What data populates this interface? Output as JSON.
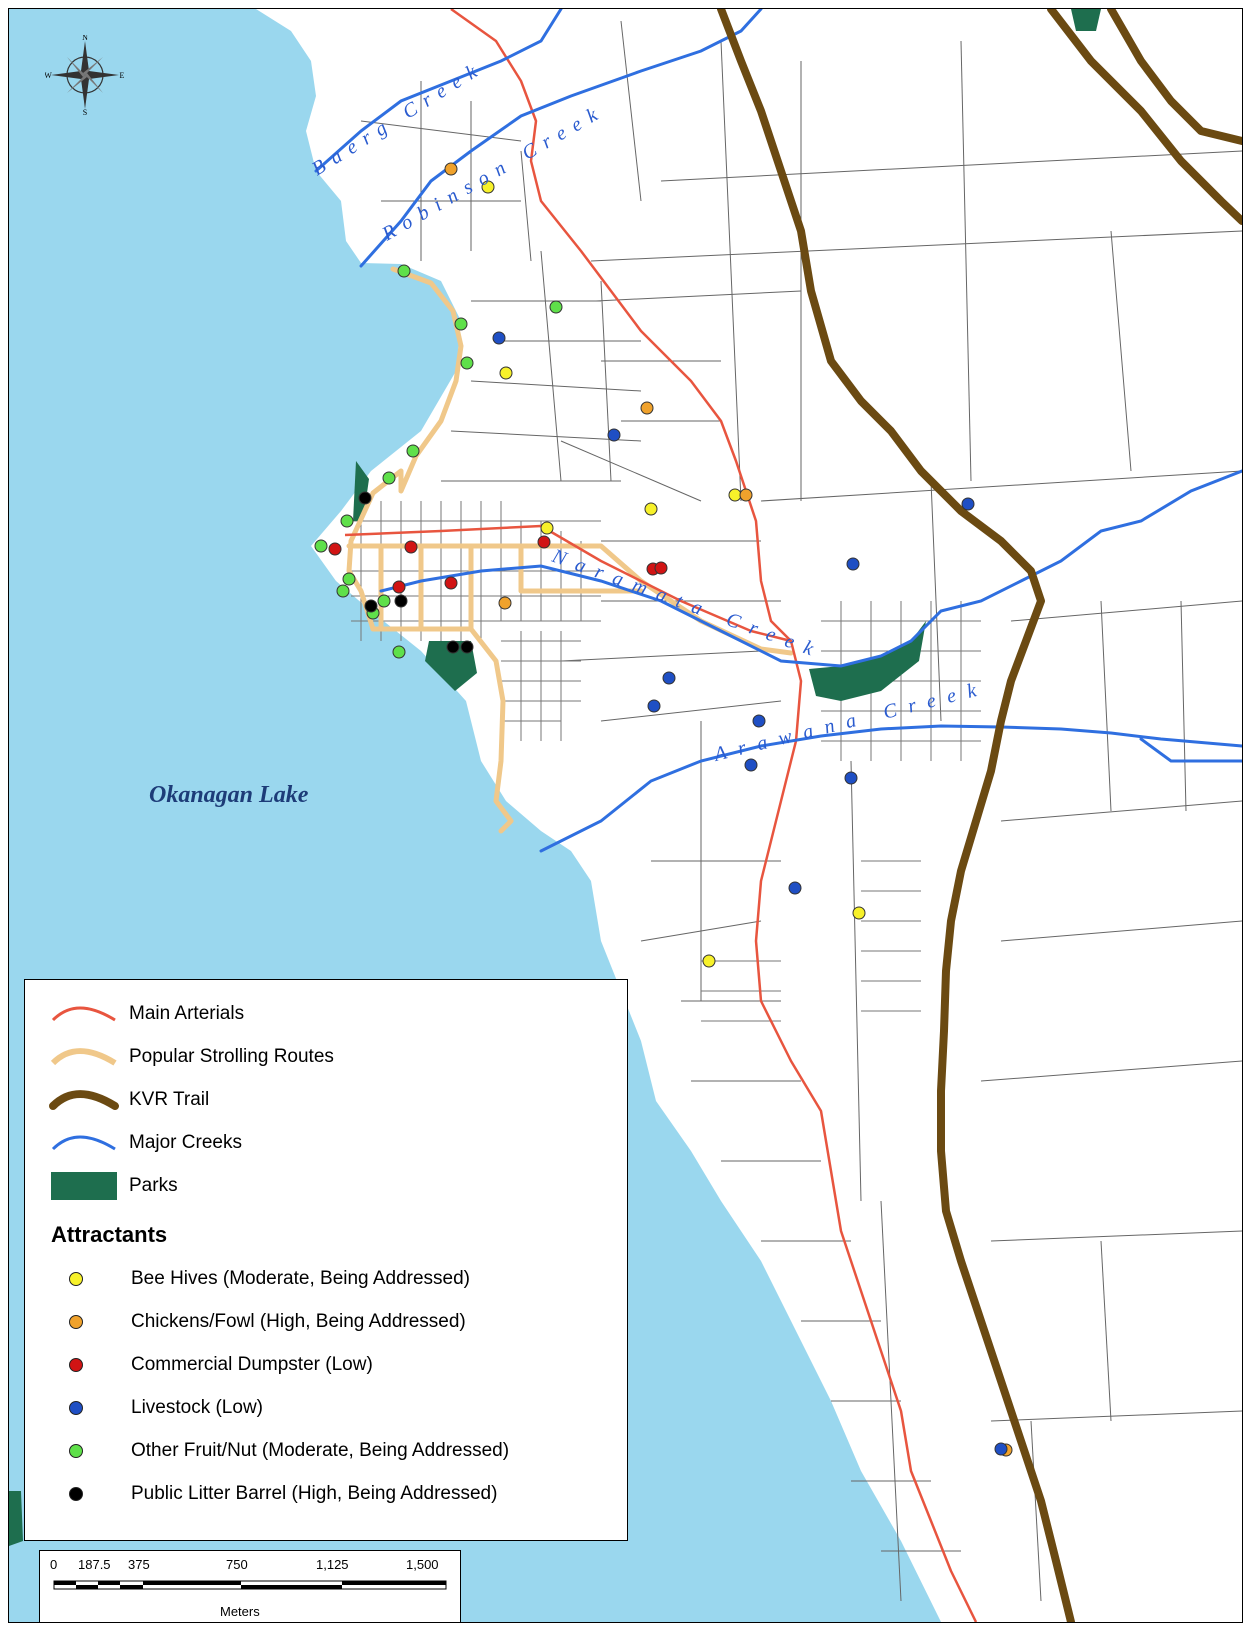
{
  "map": {
    "lake_label": "Okanagan Lake",
    "creek_labels": {
      "baerg": "Baerg Creek",
      "robinson": "Robinson Creek",
      "naramata": "Naramata Creek",
      "arawana": "Arawana Creek"
    },
    "compass": {
      "n": "N",
      "s": "S",
      "e": "E",
      "w": "W"
    },
    "colors": {
      "water": "#9ad7ee",
      "land": "#ffffff",
      "parcel_lines": "#555555",
      "main_arterials": "#e8553f",
      "strolling_routes": "#f0c88a",
      "kvr_trail": "#6b4a12",
      "major_creeks": "#2f6fe0",
      "parks": "#1e6e4e"
    }
  },
  "legend": {
    "lines": [
      {
        "label": "Main Arterials",
        "symbol": "main-arterial"
      },
      {
        "label": "Popular Strolling Routes",
        "symbol": "strolling-route"
      },
      {
        "label": "KVR Trail",
        "symbol": "kvr-trail"
      },
      {
        "label": "Major Creeks",
        "symbol": "major-creek"
      },
      {
        "label": "Parks",
        "symbol": "park-patch"
      }
    ],
    "attractants_title": "Attractants",
    "attractants": [
      {
        "label": "Bee Hives (Moderate, Being Addressed)",
        "color": "#f7f12a"
      },
      {
        "label": "Chickens/Fowl (High, Being Addressed)",
        "color": "#f0a22c"
      },
      {
        "label": "Commercial Dumpster (Low)",
        "color": "#d11414"
      },
      {
        "label": "Livestock (Low)",
        "color": "#1f4fc4"
      },
      {
        "label": "Other Fruit/Nut (Moderate, Being Addressed)",
        "color": "#5fe04a"
      },
      {
        "label": "Public Litter Barrel (High, Being Addressed)",
        "color": "#000000"
      }
    ]
  },
  "scale_bar": {
    "ticks": [
      "0",
      "187.5",
      "375",
      "750",
      "1,125",
      "1,500"
    ],
    "unit": "Meters"
  }
}
